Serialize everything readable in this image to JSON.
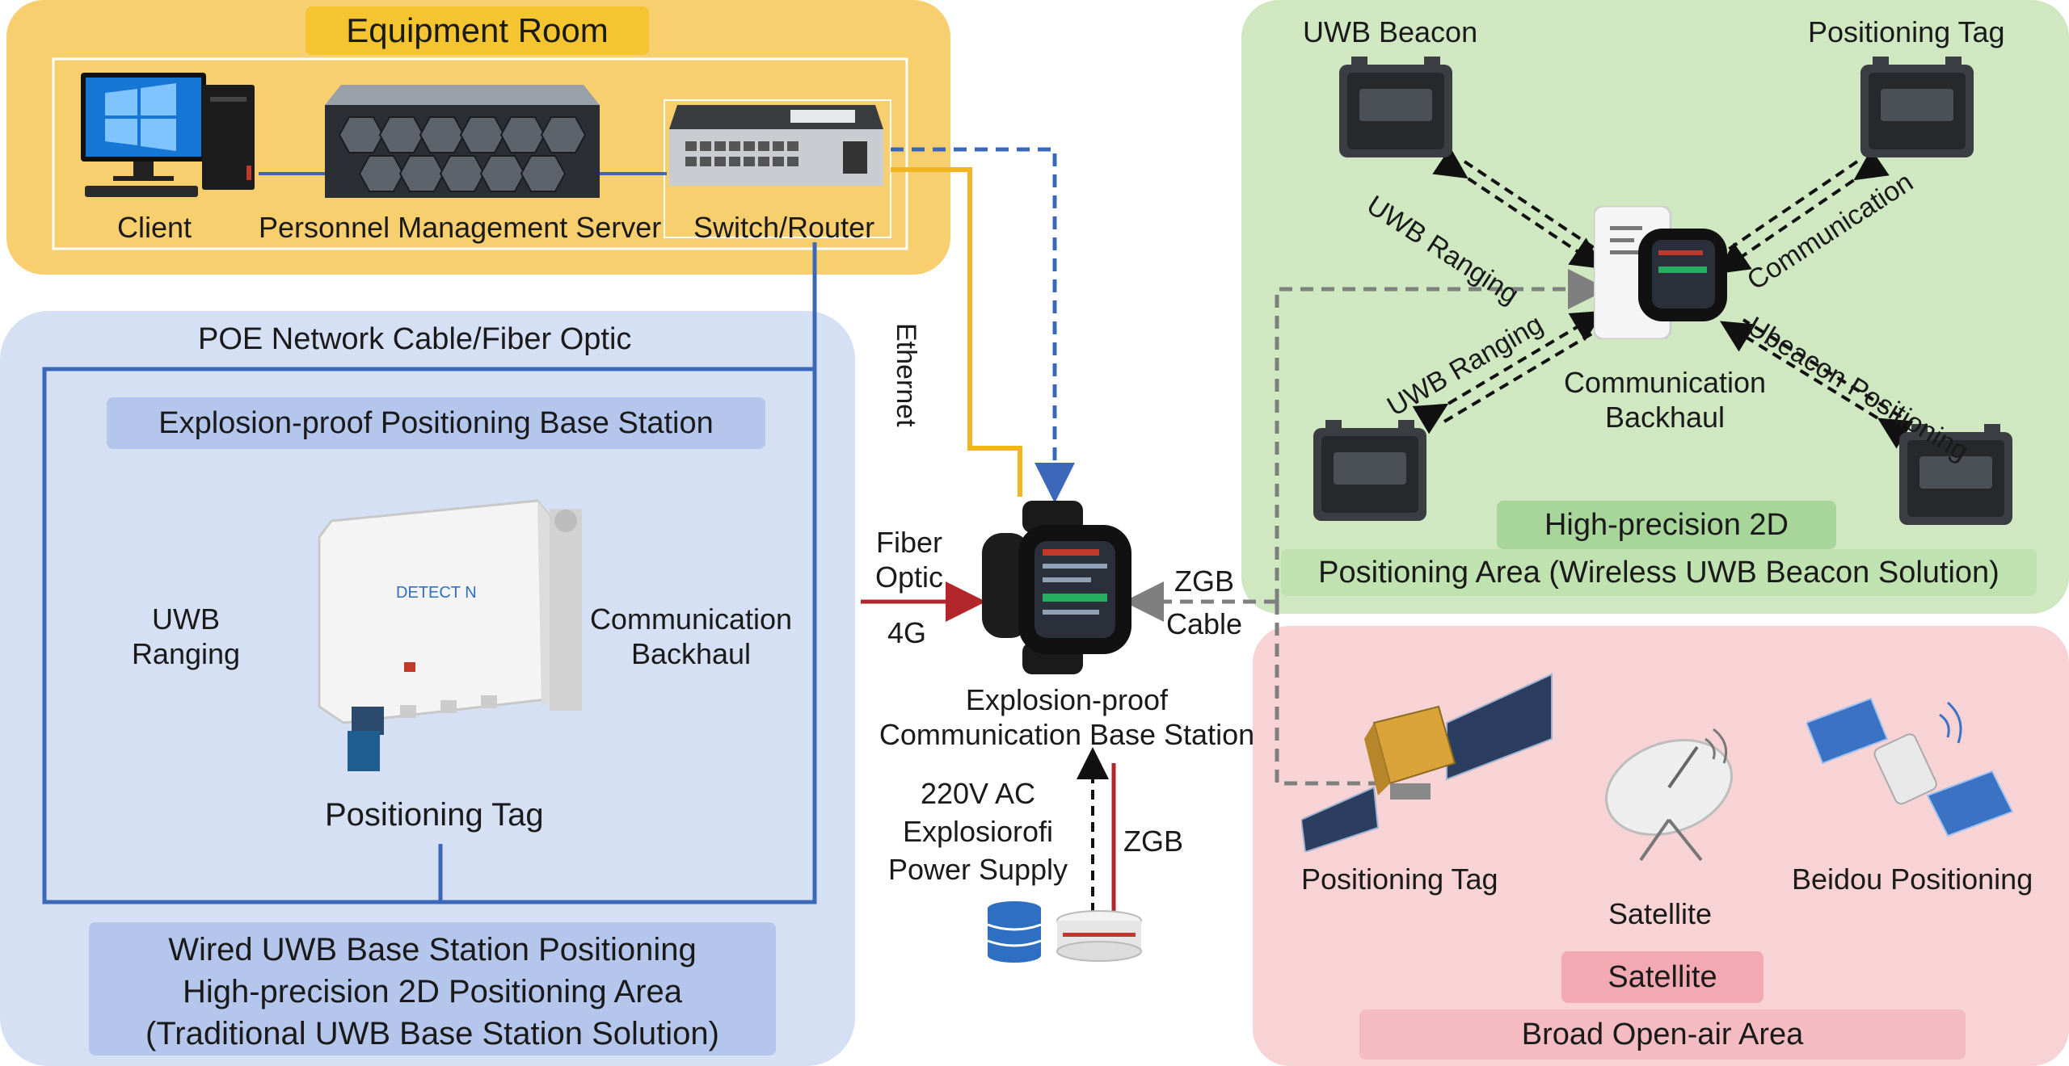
{
  "equipment_room": {
    "title": "Equipment Room",
    "client": "Client",
    "server": "Personnel Management Server",
    "switch": "Switch/Router"
  },
  "links": {
    "ethernet": "Ethernet",
    "poe": "POE Network Cable/Fiber Optic",
    "fiber_optic_1": "Fiber",
    "fiber_optic_2": "Optic",
    "fourg": "4G",
    "zgb_cable_1": "ZGB",
    "zgb_cable_2": "Cable",
    "zgb": "ZGB"
  },
  "wired_area": {
    "station_title": "Explosion-proof Positioning Base Station",
    "uwb_ranging_1": "UWB",
    "uwb_ranging_2": "Ranging",
    "comm_backhaul_1": "Communication",
    "comm_backhaul_2": "Backhaul",
    "positioning_tag": "Positioning Tag",
    "footer_1": "Wired UWB Base Station Positioning",
    "footer_2": "High-precision 2D Positioning Area",
    "footer_3": "(Traditional UWB Base Station Solution)"
  },
  "comm_station": {
    "line_1": "Explosion-proof",
    "line_2": "Communication Base Station",
    "power_1": "220V AC",
    "power_2": "Explosiorofi",
    "power_3": "Power Supply"
  },
  "wireless_area": {
    "uwb_beacon": "UWB Beacon",
    "positioning_tag": "Positioning Tag",
    "uwb_ranging_top": "UWB Ranging",
    "communication": "Communication",
    "uwb_ranging_bottom": "UWB Ranging",
    "ubeacon_positioning": "Ubeacon Positioning",
    "comm_backhaul_1": "Communication",
    "comm_backhaul_2": "Backhaul",
    "badge": "High-precision 2D",
    "footer": "Positioning Area (Wireless UWB Beacon Solution)"
  },
  "open_air_area": {
    "positioning_tag": "Positioning Tag",
    "satellite": "Satellite",
    "beidou": "Beidou Positioning",
    "badge": "Satellite",
    "footer": "Broad Open-air Area"
  },
  "colors": {
    "equipment_bg": "#f7cf6e",
    "poe_bg": "#d6e0f4",
    "wireless_bg": "#cfe8c2",
    "openair_bg": "#f8d3d6",
    "blue_line": "#3b68b8",
    "yellow_line": "#f2b51f",
    "red_line": "#b3262b",
    "gray_dash": "#7f7f7f"
  }
}
